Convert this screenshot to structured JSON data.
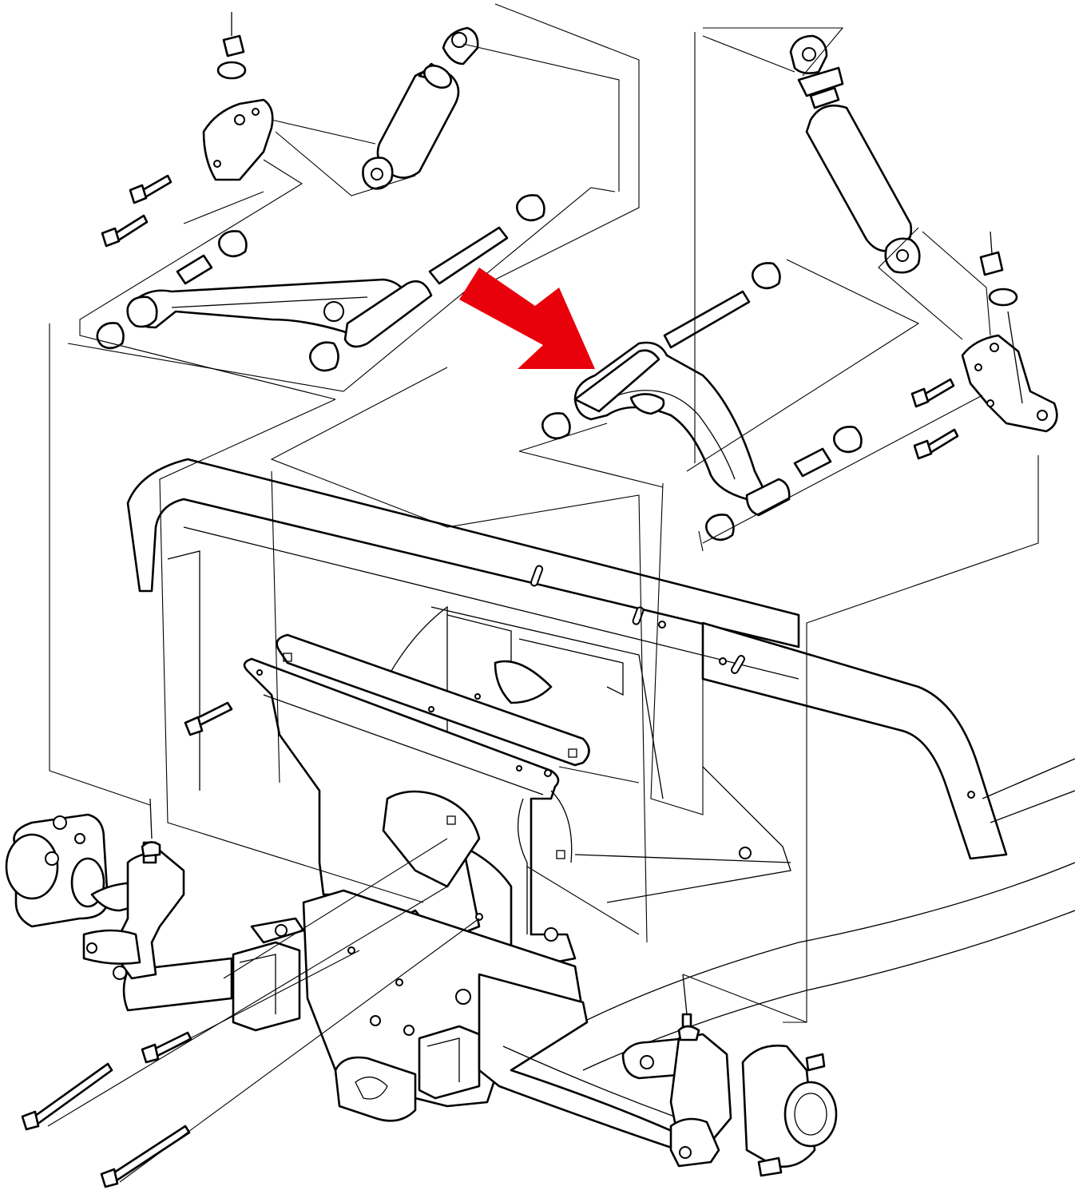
{
  "figure": {
    "background": "#ffffff",
    "line_color": "#000000",
    "highlight_color": "#e8000b"
  },
  "parts": {
    "left_shock": "left-shock-absorber",
    "right_shock": "right-shock-absorber",
    "left_control_arm": "left-upper-control-arm",
    "right_control_arm": "right-upper-control-arm",
    "left_bracket": "left-shock-mount-bracket",
    "right_bracket": "right-shock-mount-bracket",
    "frame": "chassis-frame",
    "crossmember": "front-crossmember-plate",
    "leaf_spring": "lower-leaf-spring",
    "left_spindle": "left-spindle-hub",
    "right_spindle": "right-spindle-hub",
    "arrow": "arrow-icon"
  }
}
